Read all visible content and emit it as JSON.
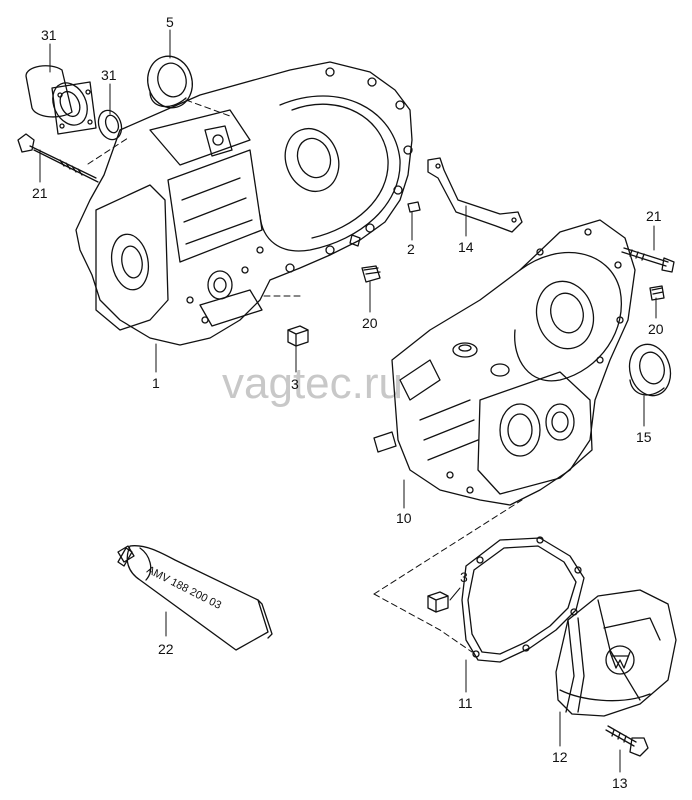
{
  "watermark": "vagtec.ru",
  "tube_label": "AMV 188 200 03",
  "callouts": {
    "c31a": "31",
    "c31b": "31",
    "c5": "5",
    "c21a": "21",
    "c2": "2",
    "c14": "14",
    "c21b": "21",
    "c20a": "20",
    "c20b": "20",
    "c1": "1",
    "c3a": "3",
    "c15": "15",
    "c10": "10",
    "c3b": "3",
    "c22": "22",
    "c11": "11",
    "c12": "12",
    "c13": "13"
  }
}
